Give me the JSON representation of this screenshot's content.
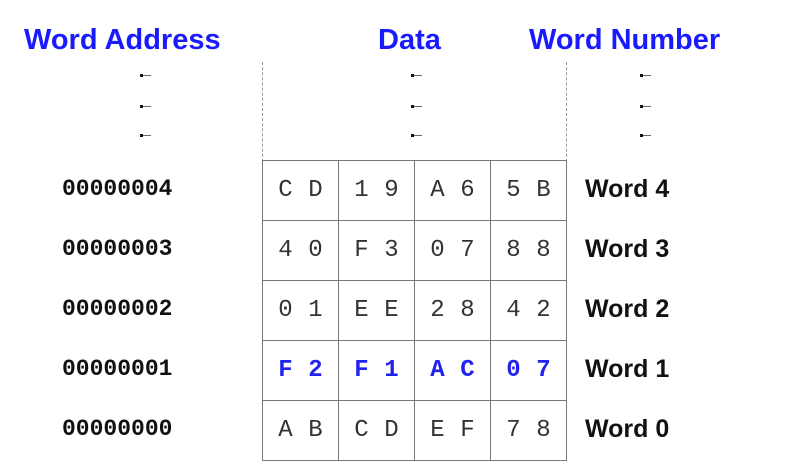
{
  "headers": {
    "word_address": "Word Address",
    "data": "Data",
    "word_number": "Word Number"
  },
  "colors": {
    "header_blue": "#1a1aff",
    "highlight_blue": "#2222ee",
    "text": "#111111"
  },
  "rows": [
    {
      "address": "00000004",
      "bytes": [
        [
          "C",
          "D"
        ],
        [
          "1",
          "9"
        ],
        [
          "A",
          "6"
        ],
        [
          "5",
          "B"
        ]
      ],
      "word": "Word 4",
      "highlight": false
    },
    {
      "address": "00000003",
      "bytes": [
        [
          "4",
          "0"
        ],
        [
          "F",
          "3"
        ],
        [
          "0",
          "7"
        ],
        [
          "8",
          "8"
        ]
      ],
      "word": "Word 3",
      "highlight": false
    },
    {
      "address": "00000002",
      "bytes": [
        [
          "0",
          "1"
        ],
        [
          "E",
          "E"
        ],
        [
          "2",
          "8"
        ],
        [
          "4",
          "2"
        ]
      ],
      "word": "Word 2",
      "highlight": false
    },
    {
      "address": "00000001",
      "bytes": [
        [
          "F",
          "2"
        ],
        [
          "F",
          "1"
        ],
        [
          "A",
          "C"
        ],
        [
          "0",
          "7"
        ]
      ],
      "word": "Word 1",
      "highlight": true
    },
    {
      "address": "00000000",
      "bytes": [
        [
          "A",
          "B"
        ],
        [
          "C",
          "D"
        ],
        [
          "E",
          "F"
        ],
        [
          "7",
          "8"
        ]
      ],
      "word": "Word 0",
      "highlight": false
    }
  ]
}
